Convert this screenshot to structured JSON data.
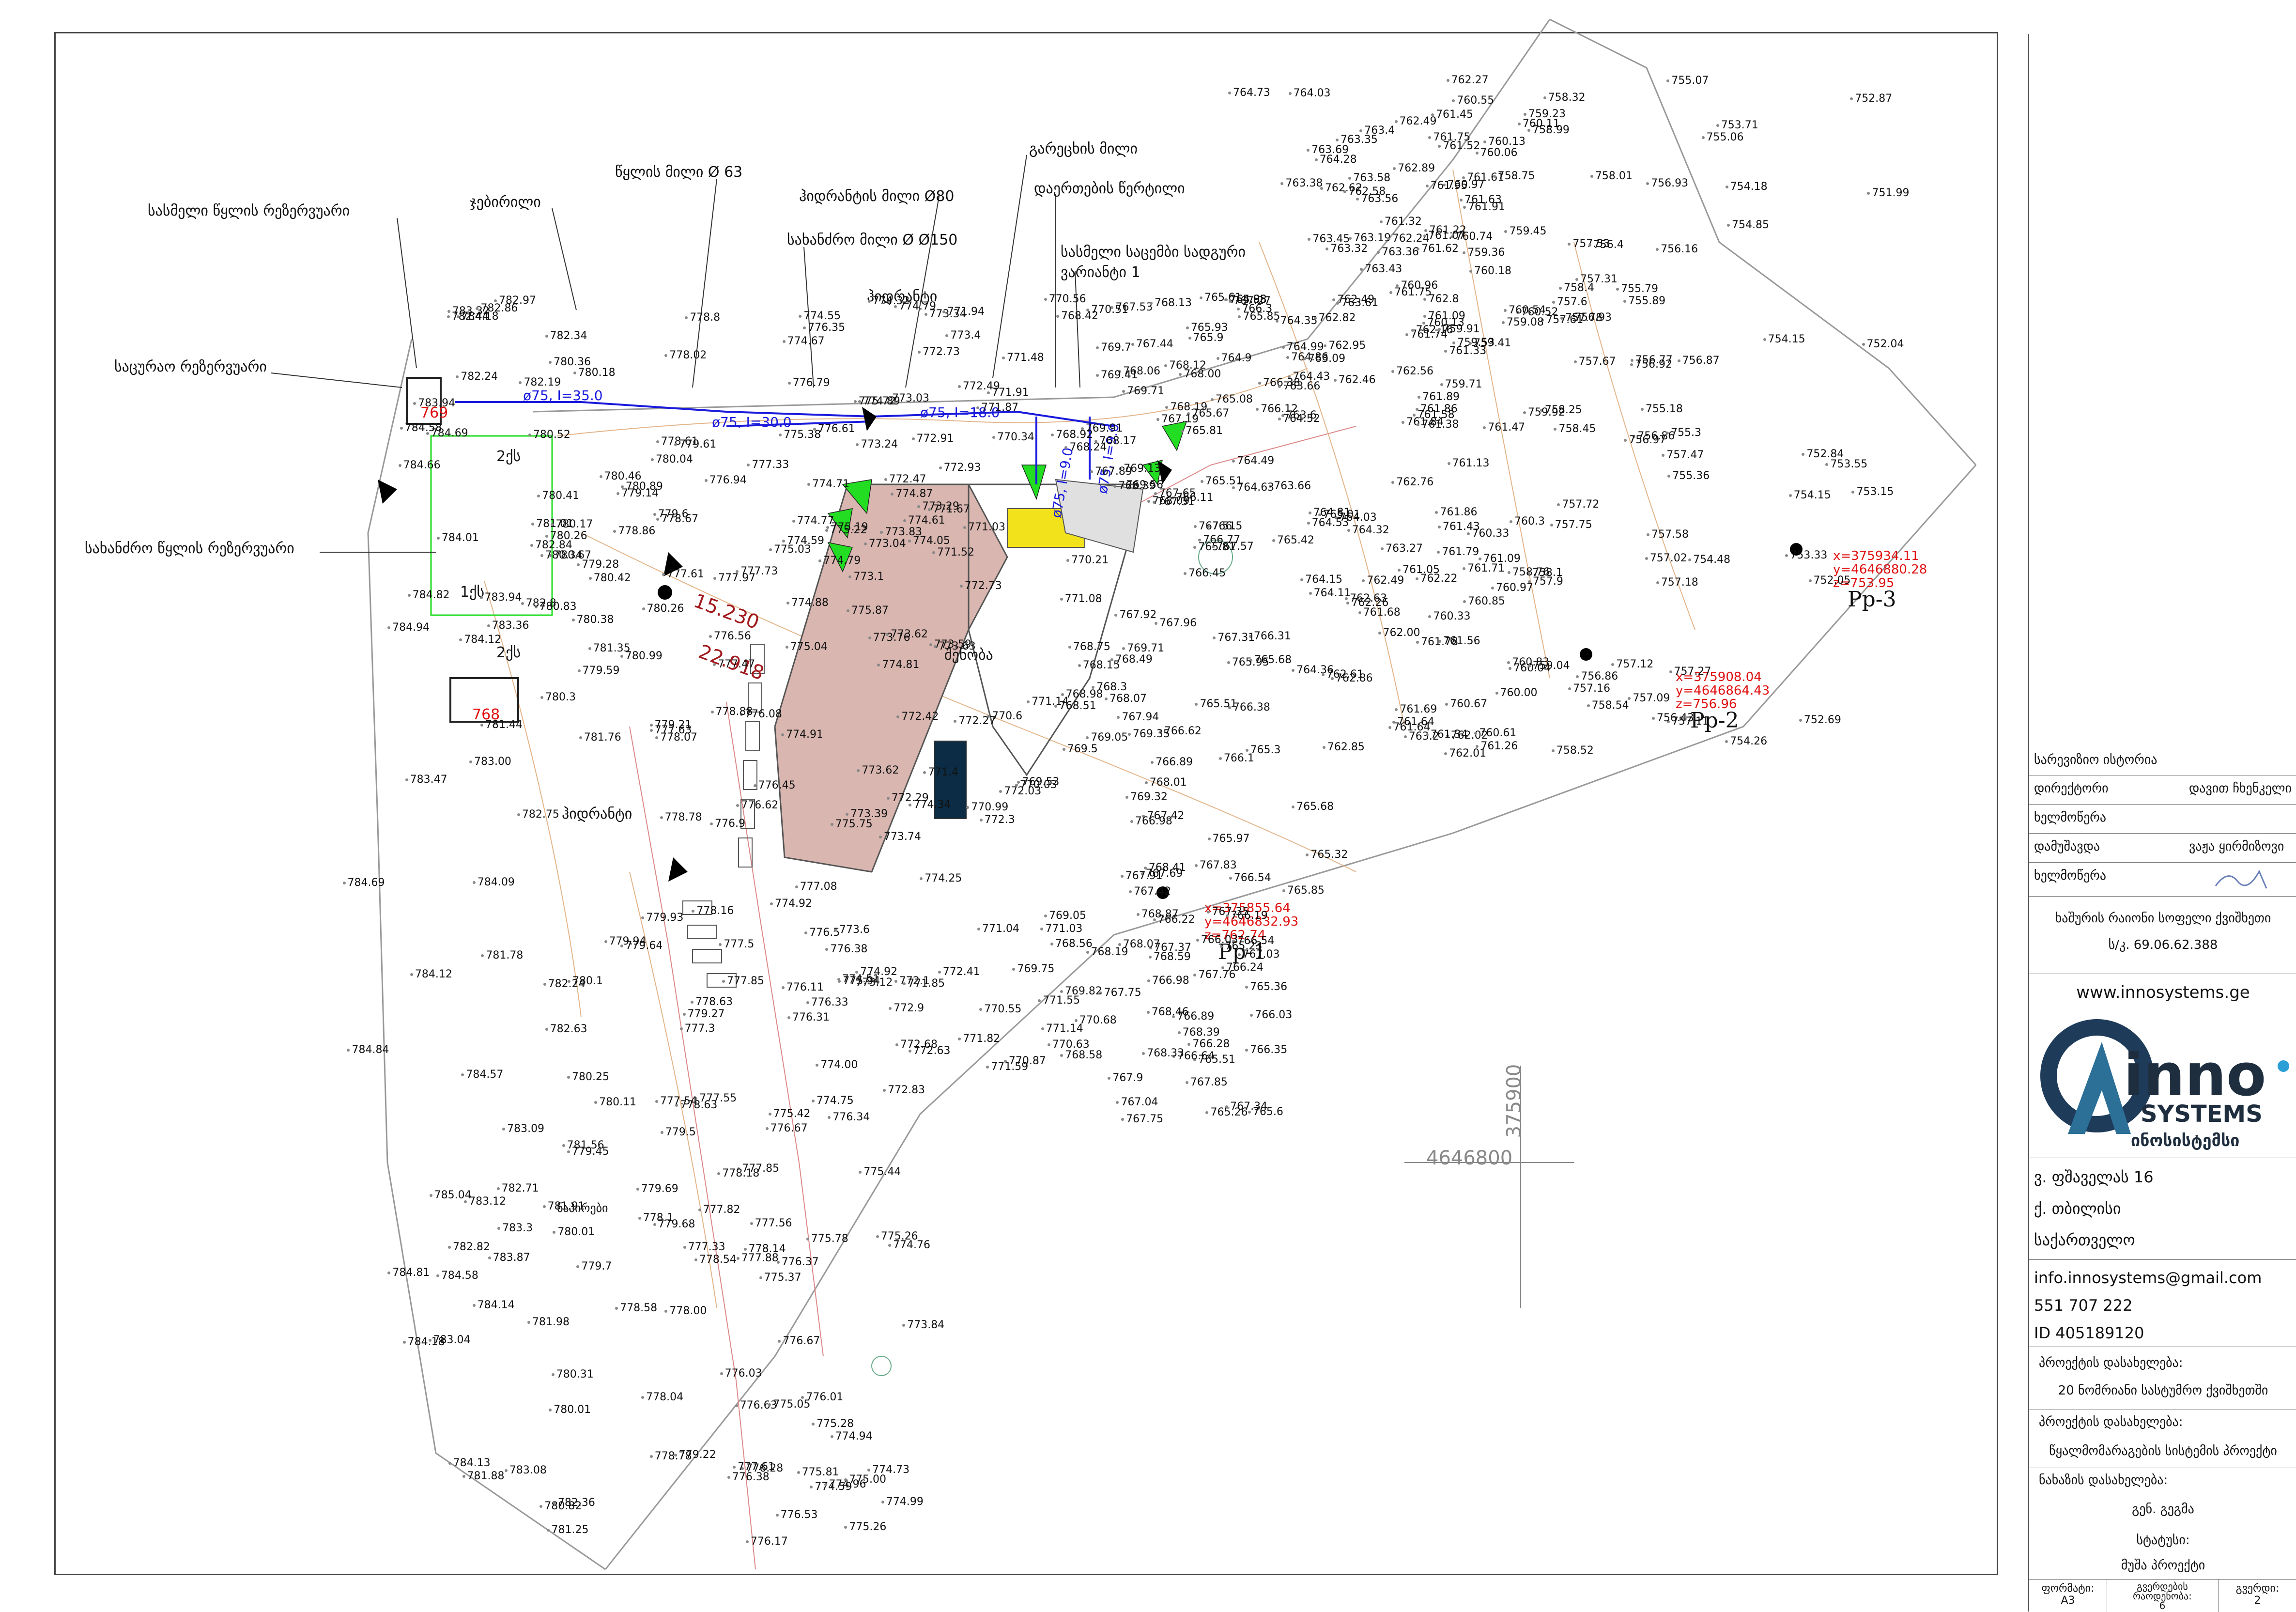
{
  "annotations": {
    "dist_reservoir": "სასმელი წყლის რეზერვუარი",
    "pool_reservoir": "საცურაო რეზერვუარი",
    "fire_reservoir": "სახანძრო წყლის რეზერვუარი",
    "fence": "ჯებირილი",
    "water_pipe": "წყლის მილი Ø 63",
    "hydrant_pipe": "ჰიდრანტის მილი Ø80",
    "fire_pipe": "სახანძრო მილი Ø Ø150",
    "hydrant1": "ჰიდრანტი",
    "hydrant2": "ჰიდრანტი",
    "sewer_pipe": "გარეცხის მილი",
    "connection_point": "დაერთების წერტილი",
    "tanks_option": "სასმელი საცემბი სადგური ვარიანტი 1",
    "building": "შენობა",
    "road": "ნაპირები",
    "tank_2k_a": "2ქს",
    "tank_2k_b": "2ქს",
    "tank_1k": "1ქს",
    "slope_a": "15.230",
    "slope_b": "22.918",
    "elev_769": "769",
    "elev_768": "768"
  },
  "pipes": [
    {
      "label": "ø75, I=35.0"
    },
    {
      "label": "ø75, I=30.0"
    },
    {
      "label": "ø75, I=18.0"
    },
    {
      "label": "ø75, I=9.0"
    },
    {
      "label": "ø75, I=9.0"
    }
  ],
  "benchmarks": [
    {
      "name": "Pp-1",
      "x": "x=375855.64",
      "y": "y=4646832.93",
      "z": "z=762.74"
    },
    {
      "name": "Pp-2",
      "x": "x=375908.04",
      "y": "y=4646864.43",
      "z": "z=756.96"
    },
    {
      "name": "Pp-3",
      "x": "x=375934.11",
      "y": "y=4646880.28",
      "z": "z=753.95"
    }
  ],
  "grid_labels": {
    "northing": "4646800",
    "easting": "375900"
  },
  "spot_elevations": [
    "766.1",
    "766.11",
    "761.84",
    "762.61",
    "764.86",
    "766.03",
    "763.4",
    "763.19",
    "761.95",
    "761.86",
    "765.9",
    "763.2",
    "762.46",
    "761.91",
    "765.3",
    "763.43",
    "762.85",
    "760.74",
    "763.61",
    "762.26",
    "761.09",
    "765.51",
    "762.86",
    "762.24",
    "761.33",
    "760.3",
    "765.51",
    "763.35",
    "764.9",
    "764.03",
    "762.8",
    "761.58",
    "765.36",
    "764.43",
    "763.45",
    "762.89",
    "762.63",
    "762.02",
    "760.83",
    "764.81",
    "765.85",
    "764.35",
    "762.95",
    "762.22",
    "761.64",
    "760.13",
    "765.68",
    "765.26",
    "764.36",
    "761.89",
    "760.33",
    "765.01",
    "763.38",
    "761.79",
    "760.04",
    "766.98",
    "765.93",
    "764.73",
    "761.78",
    "761.61",
    "759.23",
    "758.25",
    "757.61",
    "757.31",
    "766.12",
    "765.61",
    "761.75",
    "760.06",
    "756.77",
    "766.22",
    "764.15",
    "761.69",
    "761.86",
    "759.08",
    "756.86",
    "753.71",
    "765.81",
    "763.66",
    "761.74",
    "760.00",
    "756.92",
    "757.16",
    "766.38",
    "765.32",
    "761.34",
    "756.87",
    "753.33",
    "766.35",
    "765.6",
    "761.56",
    "758.99",
    "757.47",
    "752.04",
    "766.54",
    "765.95",
    "761.71",
    "759.91",
    "758.52",
    "756.93",
    "751.99",
    "766.62",
    "764.03",
    "761.47",
    "759.53",
    "757.75",
    "752.05",
    "766.28",
    "764.99",
    "761.63",
    "757.67",
    "753.55",
    "765.81",
    "761.62",
    "761.38",
    "758.32",
    "757.9",
    "752.84",
    "766.38",
    "761.22",
    "760.55",
    "758.1",
    "752.87",
    "766.5",
    "761.07",
    "759.92",
    "757.72",
    "757.11",
    "752.69",
    "766.31",
    "761.32",
    "761.05",
    "760.61",
    "757.78",
    "754.18",
    "765.68",
    "761.09",
    "755.36",
    "754.48",
    "753.15",
    "766.45",
    "761.13",
    "759.41",
    "757.18",
    "756.86",
    "754.15",
    "765.67",
    "760.67",
    "758.54",
    "757.12",
    "755.06",
    "760.52",
    "757.53",
    "756.93",
    "754.26",
    "754.15",
    "761.45",
    "760.97",
    "758.4",
    "755.3",
    "754.85",
    "761.43",
    "760.13",
    "755.18",
    "765.88",
    "761.52",
    "760.96",
    "760.33",
    "757.27",
    "755.07",
    "762.01",
    "760.97",
    "757.09",
    "755.79",
    "762.49",
    "762.16",
    "761.64",
    "758.01",
    "757.02",
    "756.4",
    "762.49",
    "759.36",
    "756.97",
    "756.43",
    "762.82",
    "758.75",
    "757.6",
    "755.89",
    "763.09",
    "762.00",
    "758.45",
    "757.58",
    "762.49",
    "756.16",
    "763.36",
    "762.56",
    "759.04",
    "763.6",
    "759.45",
    "763.27",
    "758.76",
    "763.66",
    "760.11",
    "760.18",
    "759.71",
    "770.21",
    "768.51",
    "769.5",
    "768.56",
    "767.69",
    "768.12",
    "767.03",
    "769.56",
    "767.92",
    "767.83",
    "767.31",
    "767.37",
    "768.19",
    "768.01",
    "767.42",
    "768.15",
    "768.06",
    "767.65",
    "767.04",
    "768.09",
    "767.9",
    "767.42",
    "767.96",
    "768.00",
    "767.53",
    "768.46",
    "768.13",
    "768.24",
    "767.75",
    "768.42",
    "766.89",
    "764.28",
    "768.3",
    "765.51",
    "764.49",
    "768.41",
    "767.57",
    "764.32",
    "766.3",
    "764.95",
    "764.11",
    "760.85",
    "768.39",
    "768.17",
    "765.42",
    "760.54",
    "767.31",
    "766.64",
    "762.27",
    "761.75",
    "761.26",
    "769.13",
    "767.91",
    "766.24",
    "766.77",
    "768.87",
    "767.35",
    "762.76",
    "761.68",
    "769.71",
    "768.49",
    "767.19",
    "763.32",
    "762.58",
    "768.92",
    "768.07",
    "763.69",
    "763.56",
    "762.62",
    "769.53",
    "767.94",
    "764.63",
    "767.85",
    "764.52",
    "763.58",
    "769.35",
    "768.98",
    "765.08",
    "764.53",
    "765.23",
    "766.03",
    "765.97",
    "766.19",
    "765.85",
    "766.89",
    "766.54",
    "767.27",
    "766.98",
    "767.34",
    "767.44",
    "767.51",
    "768.33",
    "767.89",
    "768.19",
    "767.75",
    "768.59",
    "769.05",
    "769.41",
    "769.91",
    "769.75",
    "770.56",
    "770.99",
    "771.52",
    "771.82",
    "772.27",
    "772.73",
    "773.03",
    "773.24",
    "773.76",
    "774.32",
    "774.59",
    "776.62",
    "776.01",
    "776.94",
    "775.72",
    "776.79",
    "778.61",
    "778.63",
    "778.78",
    "778.86",
    "778.78",
    "777.88",
    "777.85",
    "778.1",
    "776.28",
    "776.53",
    "777.61",
    "777.33",
    "777.63",
    "779.21",
    "779.27",
    "779.14",
    "779.59",
    "779.69",
    "779.68",
    "777.33",
    "776.5",
    "775.75",
    "775.19",
    "774.81",
    "774.92",
    "775.37",
    "774.34",
    "773.59",
    "773.29",
    "772.91",
    "773.62",
    "774.96",
    "774.73",
    "773.12",
    "774.61",
    "774.55",
    "776.35",
    "777.47",
    "778.14",
    "780.3",
    "780.25",
    "778.16",
    "778.02",
    "779.93",
    "780.1",
    "777.85",
    "780.83",
    "780.38",
    "780.46",
    "779.28",
    "780.82",
    "778.67",
    "777.82",
    "776.17",
    "781.25",
    "779.61",
    "781.56",
    "780.01",
    "781.91",
    "781.76",
    "780.42",
    "778.04",
    "778.07",
    "776.08",
    "774.94",
    "774.79",
    "774.51",
    "774.71",
    "773.74",
    "773.83",
    "775.00",
    "773.39",
    "772.03",
    "772.29",
    "771.67",
    "771.91",
    "771.14",
    "770.68",
    "772.73",
    "768.58",
    "767.76",
    "768.07",
    "768.39",
    "768.75",
    "769.32",
    "769.05",
    "771.94",
    "772.9",
    "772.41",
    "771.59",
    "771.14",
    "771.03",
    "770.6",
    "770.51",
    "770.87",
    "771.48",
    "771.4",
    "772.3",
    "772.83",
    "772.68",
    "772.47",
    "772.42",
    "773.1",
    "773.34",
    "773.4",
    "772.93",
    "771.08",
    "770.63",
    "769.82",
    "770.03",
    "769.71",
    "782.63",
    "782.34",
    "781.88",
    "782.82",
    "782.44",
    "779.7",
    "778.18",
    "776.63",
    "783.36",
    "783.3",
    "782.36",
    "780.01",
    "777.73",
    "777.3",
    "776.11",
    "784.09",
    "783.94",
    "783.32",
    "781.98",
    "784.14",
    "784.69",
    "784.84",
    "782.24",
    "782.8",
    "780.89",
    "780.67",
    "779.45",
    "778.00",
    "776.33",
    "776.61",
    "775.28",
    "774.25",
    "776.03",
    "774.76",
    "774.88",
    "784.94",
    "785.04",
    "784.82",
    "783.09",
    "784.69",
    "784.58",
    "783.47",
    "784.12",
    "782.84",
    "783.87",
    "784.12",
    "784.18",
    "784.66",
    "783.94",
    "782.86",
    "783.04",
    "782.71",
    "782.19",
    "781.01",
    "781.35",
    "781.44",
    "781.78",
    "780.99",
    "780.41",
    "780.26",
    "780.18",
    "780.31",
    "777.5",
    "776.38",
    "776.37",
    "776.67",
    "775.87",
    "777.97",
    "777.08",
    "778.88",
    "778.63",
    "778.54",
    "779.94",
    "780.52",
    "780.36",
    "780.04",
    "780.34",
    "779.5",
    "779.64",
    "780.17",
    "783.08",
    "782.97",
    "783.00",
    "784.01",
    "784.13",
    "784.58",
    "784.81",
    "784.57",
    "783.12",
    "784.18",
    "782.75",
    "782.24",
    "780.26",
    "780.11",
    "779.22",
    "778.58",
    "777.55",
    "779.6",
    "778.8",
    "777.56",
    "777.54",
    "777.61",
    "776.56",
    "776.34",
    "775.78",
    "776.31",
    "775.94",
    "775.81",
    "775.26",
    "775.42",
    "775.38",
    "773.84",
    "773.04",
    "774.00",
    "773.63",
    "772.1",
    "771.04",
    "771.87",
    "773.62",
    "772.63",
    "771.03",
    "770.55",
    "776.45",
    "774.59",
    "774.67",
    "776.38",
    "774.79",
    "776.9",
    "774.75",
    "776.67",
    "774.91",
    "774.89",
    "775.05",
    "774.87",
    "775.22",
    "775.03",
    "774.77",
    "775.04",
    "774.99",
    "775.26",
    "775.44",
    "774.92",
    "774.05",
    "773.6",
    "772.49",
    "771.55",
    "771.85",
    "770.34",
    "769.7"
  ],
  "title_block": {
    "revision_history": "სარევიზიო ისტორია",
    "director_label": "დირექტორი",
    "director_name": "დავით ჩხენკელი",
    "signature1_label": "ხელმოწერა",
    "developer_label": "დამუშავდა",
    "developer_name": "ვაჟა ყირმიზოვი",
    "signature2_label": "ხელმოწერა",
    "client_line": "ხაშურის რაიონი სოფელი ქვიშხეთი",
    "cadastral": "ს/კ. 69.06.62.388",
    "website": "www.innosystems.ge",
    "logo_text": "inno",
    "logo_systems": "SYSTEMS",
    "logo_georgian": "ინოსისტემსი",
    "address1": "ვ. ფშაველას 16",
    "address2": "ქ. თბილისი",
    "address3": "საქართველო",
    "email": "info.innosystems@gmail.com",
    "phone": "551 707 222",
    "id": "ID 405189120",
    "project_name_label": "პროექტის დასახელება:",
    "project_name": "20 ნომრიანი სასტუმრო ქვიშხეთში",
    "project_type_label": "პროექტის დასახელება:",
    "project_type": "წყალმომარაგების სისტემის პროექტი",
    "drawing_label": "ნახაზის დასახელება:",
    "drawing_name": "გენ. გეგმა",
    "status_label": "სტატუსი:",
    "status": "მუშა პროექტი",
    "format_label": "ფორმატი:",
    "format": "A3",
    "sheets_label": "გვერდების რაოდენობა:",
    "sheets": "6",
    "page_label": "გვერდი:",
    "page": "2"
  },
  "colors": {
    "pipe_blue": "#1a1adc",
    "benchmark_red": "#e01010",
    "contour_orange": "#e08a1a",
    "green_fill": "#22dd22",
    "building_fill": "#d9b6b0",
    "yellow_fill": "#f2e21c"
  }
}
